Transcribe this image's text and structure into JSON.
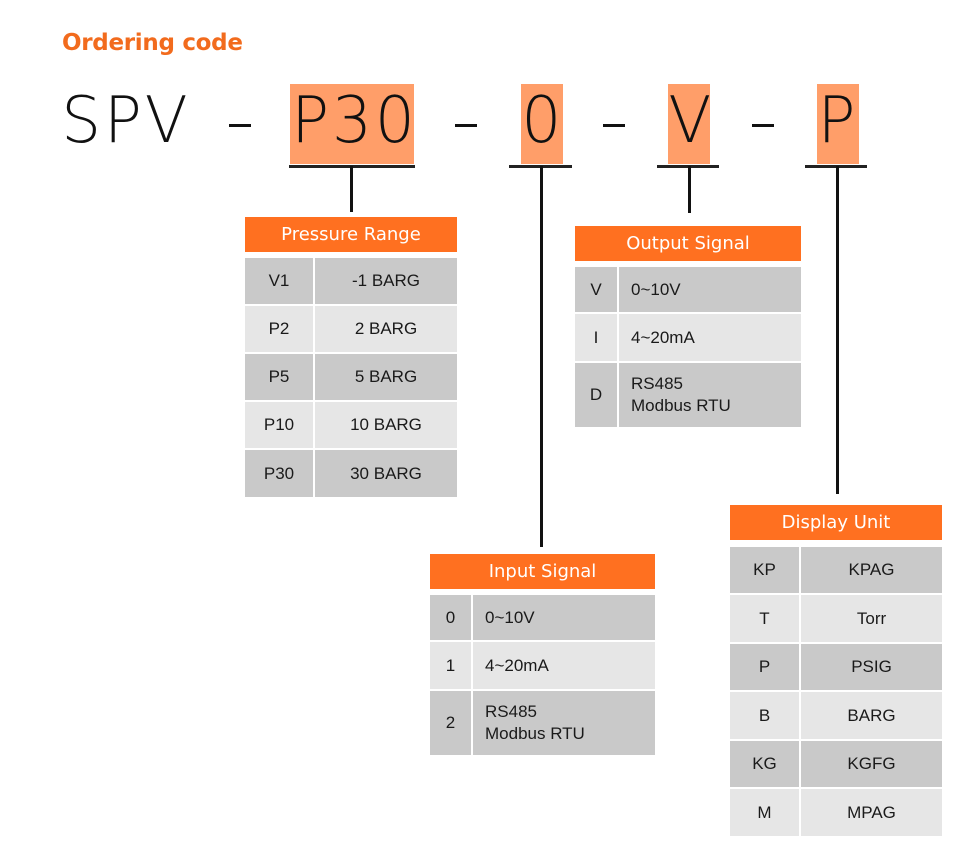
{
  "title": "Ordering code",
  "code": {
    "prefix": "SPV",
    "separator": "-",
    "segments": [
      {
        "key": "pressure",
        "value": "P30"
      },
      {
        "key": "input",
        "value": "0"
      },
      {
        "key": "output",
        "value": "V"
      },
      {
        "key": "unit",
        "value": "P"
      }
    ]
  },
  "colors": {
    "title": "#F26B1D",
    "segment_highlight": "#FF9E69",
    "table_header": "#FF7020",
    "row_dark": "#C9C9C9",
    "row_light": "#E6E6E6"
  },
  "tables": {
    "pressure_range": {
      "header": "Pressure Range",
      "rows": [
        {
          "code": "V1",
          "desc": "-1 BARG"
        },
        {
          "code": "P2",
          "desc": "2 BARG"
        },
        {
          "code": "P5",
          "desc": "5 BARG"
        },
        {
          "code": "P10",
          "desc": "10 BARG"
        },
        {
          "code": "P30",
          "desc": "30 BARG"
        }
      ]
    },
    "output_signal": {
      "header": "Output Signal",
      "rows": [
        {
          "code": "V",
          "desc": "0~10V"
        },
        {
          "code": "I",
          "desc": "4~20mA"
        },
        {
          "code": "D",
          "desc": "RS485",
          "desc2": "Modbus RTU"
        }
      ]
    },
    "input_signal": {
      "header": "Input Signal",
      "rows": [
        {
          "code": "0",
          "desc": "0~10V"
        },
        {
          "code": "1",
          "desc": "4~20mA"
        },
        {
          "code": "2",
          "desc": "RS485",
          "desc2": "Modbus RTU"
        }
      ]
    },
    "display_unit": {
      "header": "Display Unit",
      "rows": [
        {
          "code": "KP",
          "desc": "KPAG"
        },
        {
          "code": "T",
          "desc": "Torr"
        },
        {
          "code": "P",
          "desc": "PSIG"
        },
        {
          "code": "B",
          "desc": "BARG"
        },
        {
          "code": "KG",
          "desc": "KGFG"
        },
        {
          "code": "M",
          "desc": "MPAG"
        }
      ]
    }
  }
}
